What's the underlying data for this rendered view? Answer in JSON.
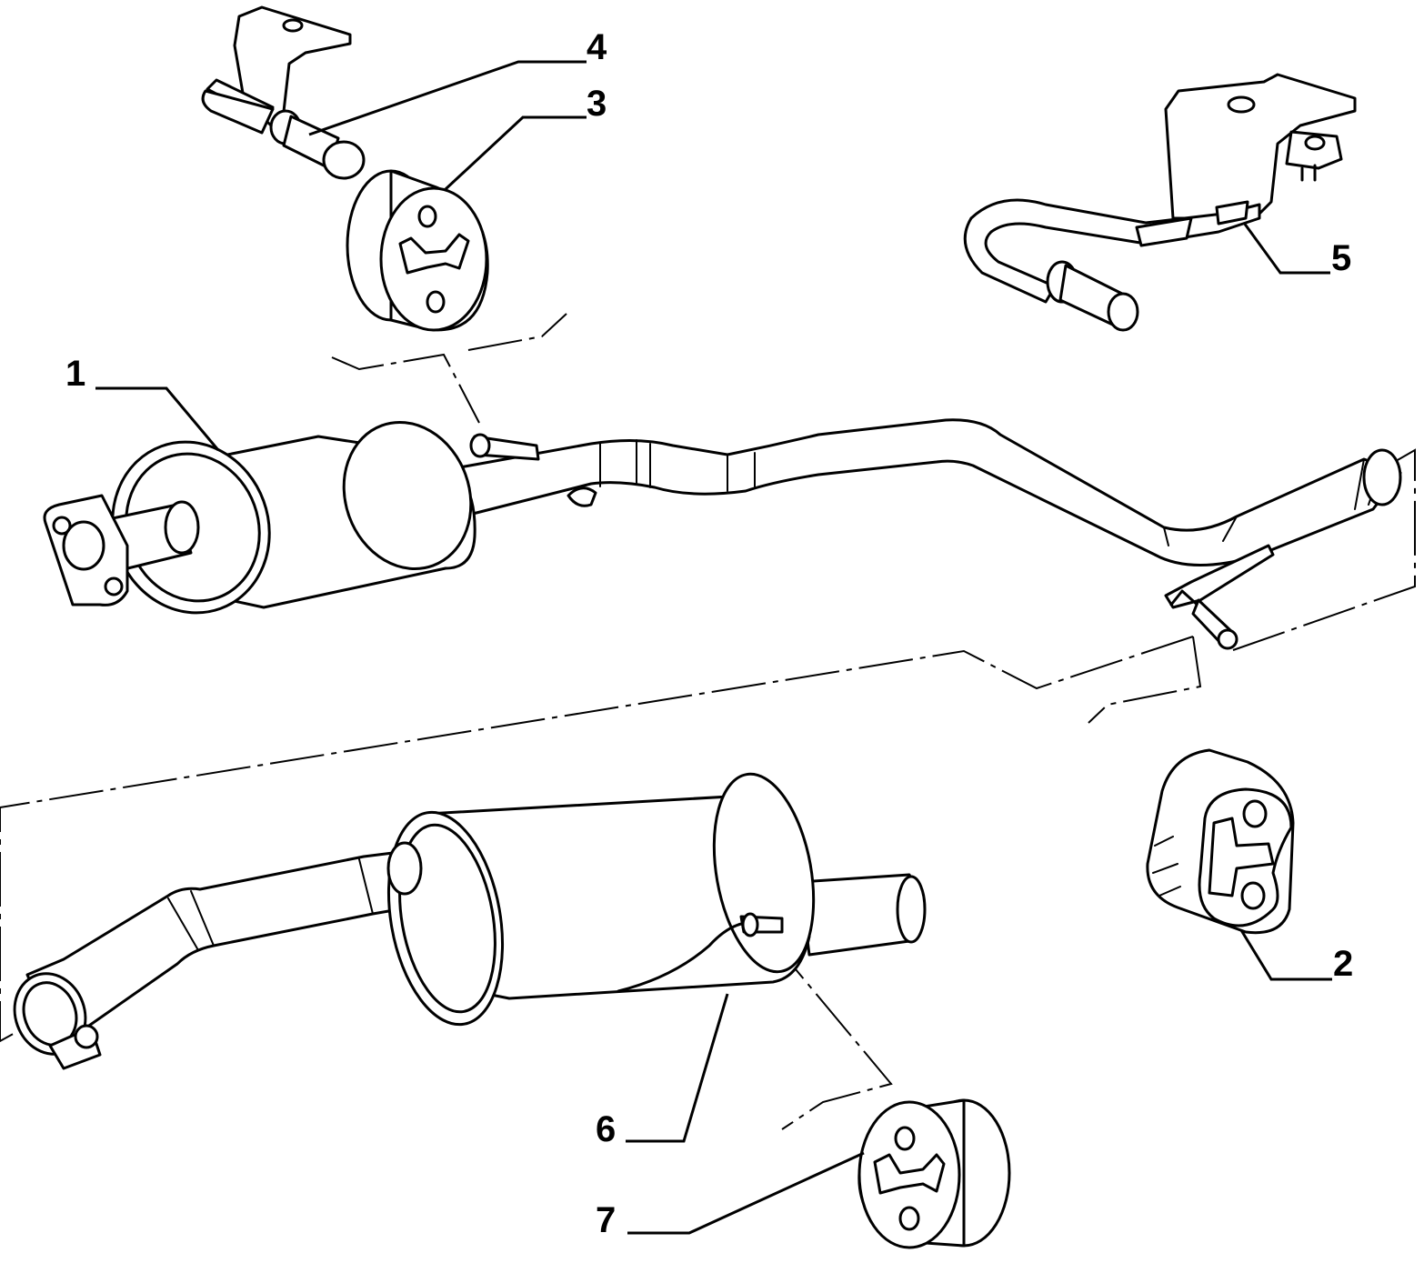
{
  "diagram": {
    "callouts": [
      {
        "id": "c1",
        "text": "1"
      },
      {
        "id": "c2",
        "text": "2"
      },
      {
        "id": "c3",
        "text": "3"
      },
      {
        "id": "c4",
        "text": "4"
      },
      {
        "id": "c5",
        "text": "5"
      },
      {
        "id": "c6",
        "text": "6"
      },
      {
        "id": "c7",
        "text": "7"
      }
    ]
  },
  "colors": {
    "line": "#000000",
    "background": "#ffffff"
  }
}
